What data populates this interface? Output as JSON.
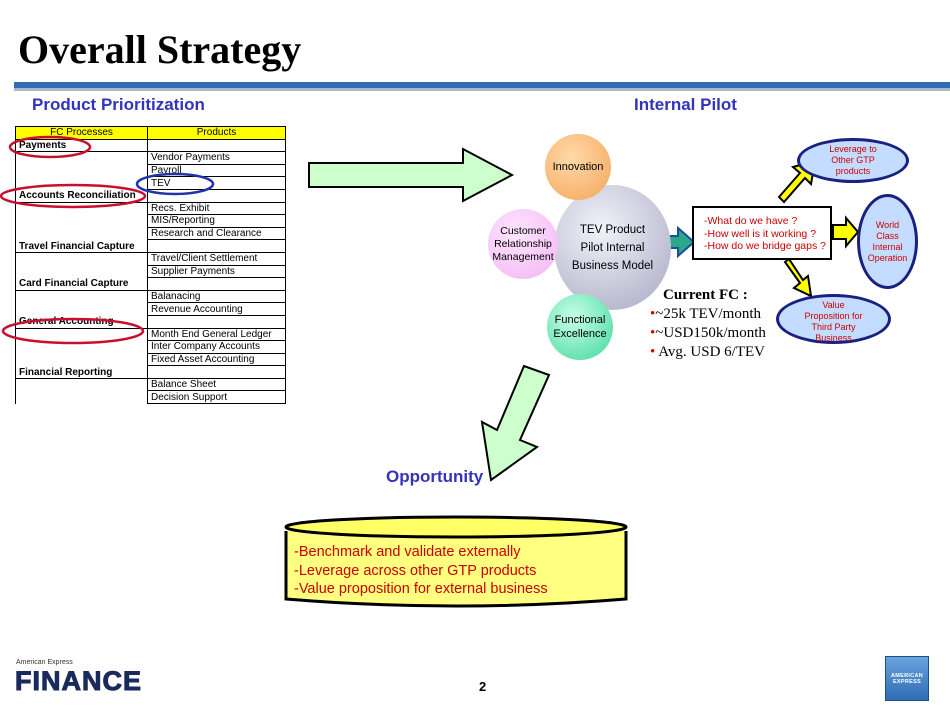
{
  "slide": {
    "title": "Overall Strategy",
    "page_number": "2"
  },
  "product_prioritization": {
    "heading": "Product Prioritization",
    "table": {
      "headers": [
        "FC Processes",
        "Products"
      ],
      "rows": [
        [
          "Payments",
          ""
        ],
        [
          "",
          "Vendor Payments"
        ],
        [
          "",
          "Payroll"
        ],
        [
          "",
          "TEV"
        ],
        [
          "Accounts Reconciliation",
          ""
        ],
        [
          "",
          "Recs. Exhibit"
        ],
        [
          "",
          "MIS/Reporting"
        ],
        [
          "",
          "Research and Clearance"
        ],
        [
          "Travel Financial Capture",
          ""
        ],
        [
          "",
          "Travel/Client Settlement"
        ],
        [
          "",
          "Supplier Payments"
        ],
        [
          "Card Financial Capture",
          ""
        ],
        [
          "",
          "Balanacing"
        ],
        [
          "",
          "Revenue Accounting"
        ],
        [
          "General Accounting",
          ""
        ],
        [
          "",
          "Month End General Ledger"
        ],
        [
          "",
          "Inter Company Accounts"
        ],
        [
          "",
          "Fixed Asset Accounting"
        ],
        [
          "Financial Reporting",
          ""
        ],
        [
          "",
          "Balance Sheet"
        ],
        [
          "",
          "Decision Support"
        ]
      ]
    }
  },
  "internal_pilot": {
    "heading": "Internal Pilot",
    "circles": {
      "innovation": "Innovation",
      "crm": [
        "Customer",
        "Relationship",
        "Management"
      ],
      "functional": [
        "Functional",
        "Excellence"
      ],
      "center": [
        "TEV Product",
        "Pilot Internal",
        "Business Model"
      ]
    },
    "questions": [
      "-What do we have ?",
      "-How well is it working ?",
      "-How do we bridge gaps ?"
    ],
    "outcomes": {
      "leverage": [
        "Leverage to",
        "Other GTP",
        "products"
      ],
      "world_class": [
        "World",
        "Class",
        "Internal",
        "Operation"
      ],
      "value": [
        "Value",
        "Proposition for",
        "Third Party",
        "Business"
      ]
    },
    "current_fc": {
      "heading": "Current FC :",
      "bullets": [
        "~25k TEV/month",
        "~USD150k/month",
        " Avg. USD 6/TEV"
      ]
    }
  },
  "opportunity": {
    "heading": "Opportunity",
    "items": [
      "-Benchmark and validate externally",
      "-Leverage across other GTP products",
      "-Value proposition for external business"
    ]
  },
  "branding": {
    "company_small": "American Express",
    "logo_text": "FINANCE",
    "badge_lines": [
      "AMERICAN",
      "EXPRESS"
    ]
  },
  "colors": {
    "heading_blue": "#3333bb",
    "accent_red": "#cc0000",
    "rule_blue": "#2f6db5",
    "highlight_yellow": "#ffff00",
    "oval_fill": "#c4dcff"
  }
}
